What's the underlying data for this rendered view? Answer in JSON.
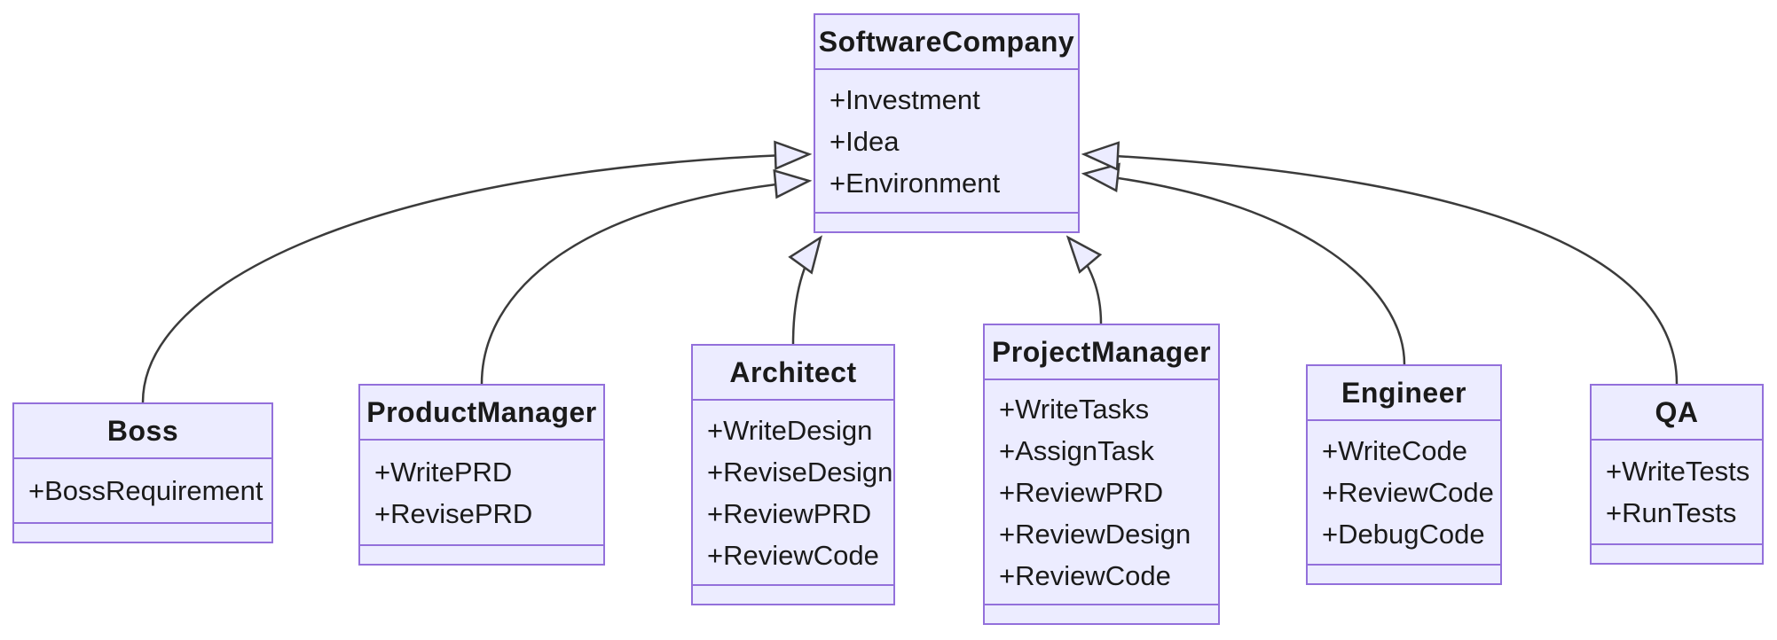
{
  "diagram_type": "uml-class-diagram",
  "classes": [
    {
      "name": "SoftwareCompany",
      "attributes": [
        "+Investment",
        "+Idea",
        "+Environment"
      ]
    },
    {
      "name": "Boss",
      "attributes": [
        "+BossRequirement"
      ]
    },
    {
      "name": "ProductManager",
      "attributes": [
        "+WritePRD",
        "+RevisePRD"
      ]
    },
    {
      "name": "Architect",
      "attributes": [
        "+WriteDesign",
        "+ReviseDesign",
        "+ReviewPRD",
        "+ReviewCode"
      ]
    },
    {
      "name": "ProjectManager",
      "attributes": [
        "+WriteTasks",
        "+AssignTask",
        "+ReviewPRD",
        "+ReviewDesign",
        "+ReviewCode"
      ]
    },
    {
      "name": "Engineer",
      "attributes": [
        "+WriteCode",
        "+ReviewCode",
        "+DebugCode"
      ]
    },
    {
      "name": "QA",
      "attributes": [
        "+WriteTests",
        "+RunTests"
      ]
    }
  ],
  "relations": [
    {
      "from": "Boss",
      "to": "SoftwareCompany",
      "type": "inheritance"
    },
    {
      "from": "ProductManager",
      "to": "SoftwareCompany",
      "type": "inheritance"
    },
    {
      "from": "Architect",
      "to": "SoftwareCompany",
      "type": "inheritance"
    },
    {
      "from": "ProjectManager",
      "to": "SoftwareCompany",
      "type": "inheritance"
    },
    {
      "from": "Engineer",
      "to": "SoftwareCompany",
      "type": "inheritance"
    },
    {
      "from": "QA",
      "to": "SoftwareCompany",
      "type": "inheritance"
    }
  ],
  "colors": {
    "node_fill": "#ECECFF",
    "node_border": "#9370DB",
    "edge": "#3b3b3b",
    "text": "#1a1a1a",
    "background": "#ffffff"
  }
}
